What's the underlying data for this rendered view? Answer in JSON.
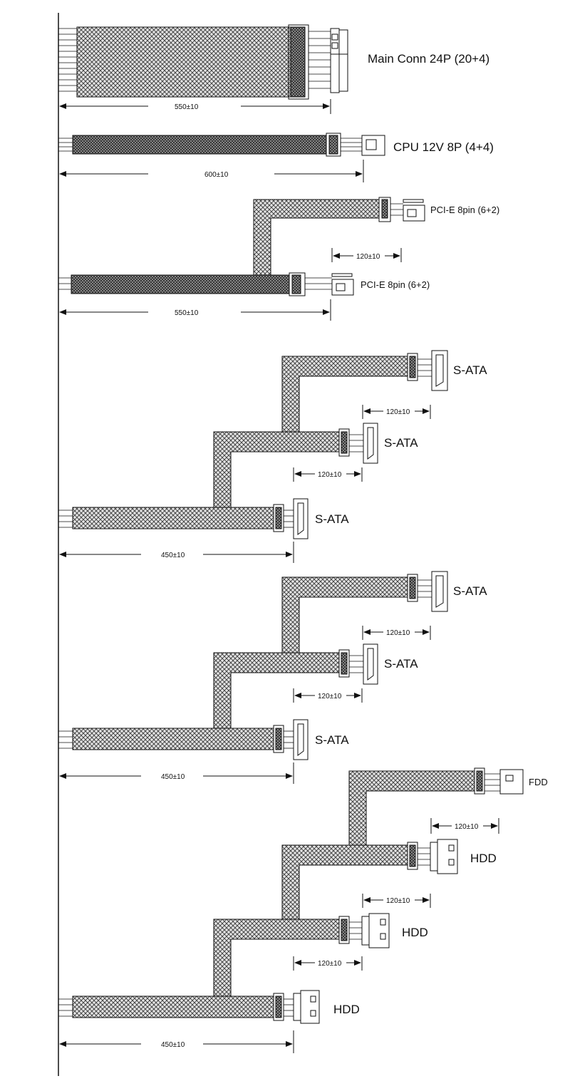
{
  "colors": {
    "line": "#111111",
    "sleeve_light": "#d9d9d9",
    "sleeve_dark": "#8a8a8a",
    "background": "#ffffff"
  },
  "groups": {
    "main24": {
      "label": "Main Conn 24P (20+4)",
      "length": "550±10"
    },
    "cpu8": {
      "label": "CPU 12V 8P (4+4)",
      "length": "600±10"
    },
    "pcie": {
      "label_1": "PCI-E 8pin (6+2)",
      "label_2": "PCI-E 8pin (6+2)",
      "spacing": "120±10",
      "length": "550±10"
    },
    "sata_a": {
      "label_1": "S-ATA",
      "label_2": "S-ATA",
      "label_3": "S-ATA",
      "spacing_1": "120±10",
      "spacing_2": "120±10",
      "length": "450±10"
    },
    "sata_b": {
      "label_1": "S-ATA",
      "label_2": "S-ATA",
      "label_3": "S-ATA",
      "spacing_1": "120±10",
      "spacing_2": "120±10",
      "length": "450±10"
    },
    "molex": {
      "label_fdd": "FDD",
      "label_hdd_1": "HDD",
      "label_hdd_2": "HDD",
      "label_hdd_3": "HDD",
      "spacing_1": "120±10",
      "spacing_2": "120±10",
      "spacing_3": "120±10",
      "length": "450±10"
    }
  }
}
